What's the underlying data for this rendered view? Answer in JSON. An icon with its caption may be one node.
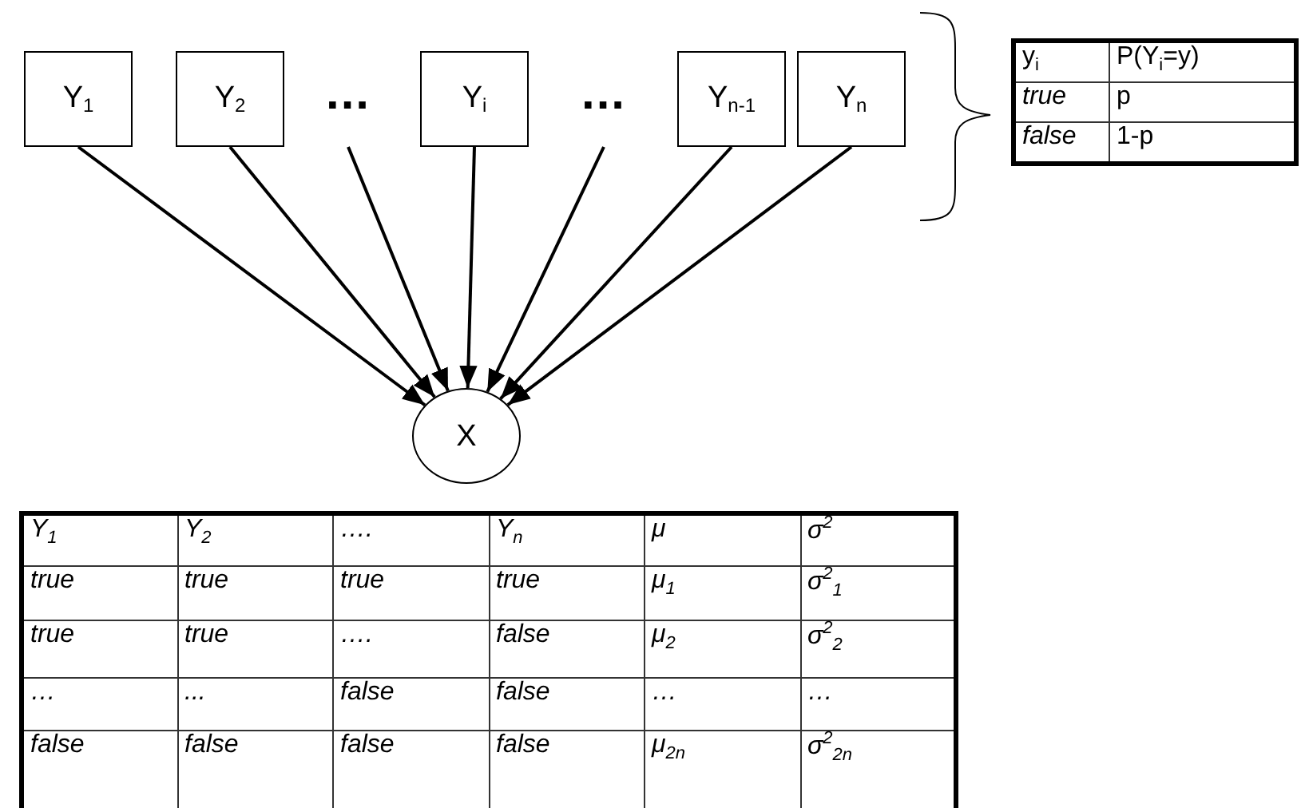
{
  "diagram": {
    "nodes": [
      {
        "text": [
          "Y$_{1}$"
        ]
      },
      {
        "text": [
          "Y$_{2}$"
        ]
      },
      {
        "text": [
          "..."
        ]
      },
      {
        "text": [
          "Y$_{i}$"
        ]
      },
      {
        "text": [
          "..."
        ]
      },
      {
        "text": [
          "Y$_{n-1}$"
        ]
      },
      {
        "text": [
          "Y$_{n}$"
        ]
      },
      {
        "text": [
          "X"
        ]
      }
    ],
    "edges": [
      {
        "from": 0,
        "to": 7,
        "arrow": "to"
      },
      {
        "from": 1,
        "to": 7,
        "arrow": "to"
      },
      {
        "from": 2,
        "to": 7,
        "arrow": "to"
      },
      {
        "from": 3,
        "to": 7,
        "arrow": "to"
      },
      {
        "from": 4,
        "to": 7,
        "arrow": "to"
      },
      {
        "from": 5,
        "to": 7,
        "arrow": "to"
      },
      {
        "from": 6,
        "to": 7,
        "arrow": "to"
      }
    ],
    "labels": [
      "y$_{i}$",
      "P(Y$_{i}$=y)",
      "true",
      "p",
      "false",
      "1-p",
      "Y$_{1}$",
      "Y$_{2}$",
      "….",
      "Y$_{n}$",
      "μ",
      "σ$^{2}$",
      "true",
      "true",
      "true",
      "true",
      "μ$_{1}$",
      "σ$^{2}$$_{1}$",
      "true",
      "true",
      "….",
      "false",
      "μ$_{2}$",
      "σ$^{2}$$_{2}$",
      "…",
      "...",
      "false",
      "false",
      "…",
      "…",
      "false",
      "false",
      "false",
      "false",
      "μ$_{2n}$",
      "σ$^{2}$$_{2n}$"
    ]
  }
}
